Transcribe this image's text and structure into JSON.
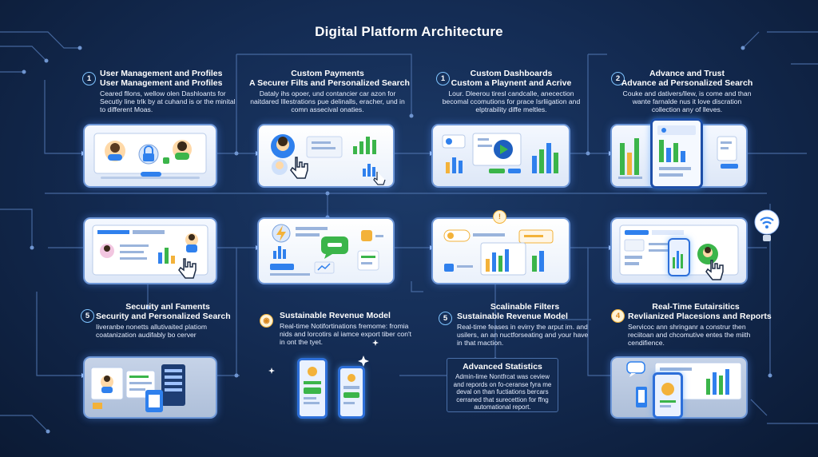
{
  "title": "Digital Platform Architecture",
  "colors": {
    "background": "#142c54",
    "line": "#4f73ad",
    "accent": "#2f80ed",
    "green": "#3bb54a",
    "gold": "#f3b23a"
  },
  "top_row": [
    {
      "badge": "1",
      "heading1": "User Management and Profiles",
      "heading2": "User Management and Profiles",
      "desc": "Ceared fllons, wellow olen Dashloants for Secutly line trlk by at cuhand is or the minital to different Moas."
    },
    {
      "badge": "",
      "heading1": "Custom Payments",
      "heading2": "A Securer Filts and Personalized Search",
      "desc": "Dataly ihs opoer, und contancier car azon for naitdared Illestrations pue delinalls, eracher, und in comn assecival onaties."
    },
    {
      "badge": "1",
      "heading1": "Custom Dashboards",
      "heading2": "Custom a Playnent  and Acrive",
      "desc": "Lour. Dleerou tiresl candcalle, anecection becomal ccomutions for prace Isrliigation and elptrability diffe meltles."
    },
    {
      "badge": "2",
      "heading1": "Advance and Trust",
      "heading2": "Advance ad Personalized Search",
      "desc": "Couke and dativers/llew, is come and than wante farnalde nus it love discration collection any of lleves."
    }
  ],
  "bottom_row": [
    {
      "badge": "5",
      "heading1": "Security anl Faments",
      "heading2": "Security and Personalized Search",
      "desc": "Iiveranbe nonetts allutivaited platiom coatanization audifably bo cerver"
    },
    {
      "badge": "",
      "heading1": "",
      "heading2": "Sustainable Revenue Model",
      "desc": "Real-time Notifortinations fremome: fromia nids and lorcotirs al iamce export tiber con't in ont the tyet."
    },
    {
      "badge": "5",
      "heading1": "Scalinable Filters",
      "heading2": "Sustainable Revenue Model",
      "desc": "Real-time feases in evirry the arput im. and usilers, an an nuctforseating and your have in that maction."
    },
    {
      "badge": "4",
      "heading1": "Real-Time Eutairsitics",
      "heading2": "Revlianized Placesions and Reports",
      "desc": "Servicoc ann shringanr a construr then reciitoan and chcomutive entes the miith cendifience."
    }
  ],
  "stats_box": {
    "heading": "Advanced Statistics",
    "desc": "Admin-lime Nontfrcat was ceview and repords on fo-ceranse fyra me deval on than fuctiations bercars cerraned that surecettion for ffng automational report."
  },
  "icons": [
    "user-avatar-icon",
    "lock-icon",
    "cursor-hand-icon",
    "bar-chart-icon",
    "play-icon",
    "tablet-icon",
    "phone-icon",
    "lightning-icon",
    "chat-icon",
    "wifi-bulb-icon",
    "sparkle-icon"
  ]
}
